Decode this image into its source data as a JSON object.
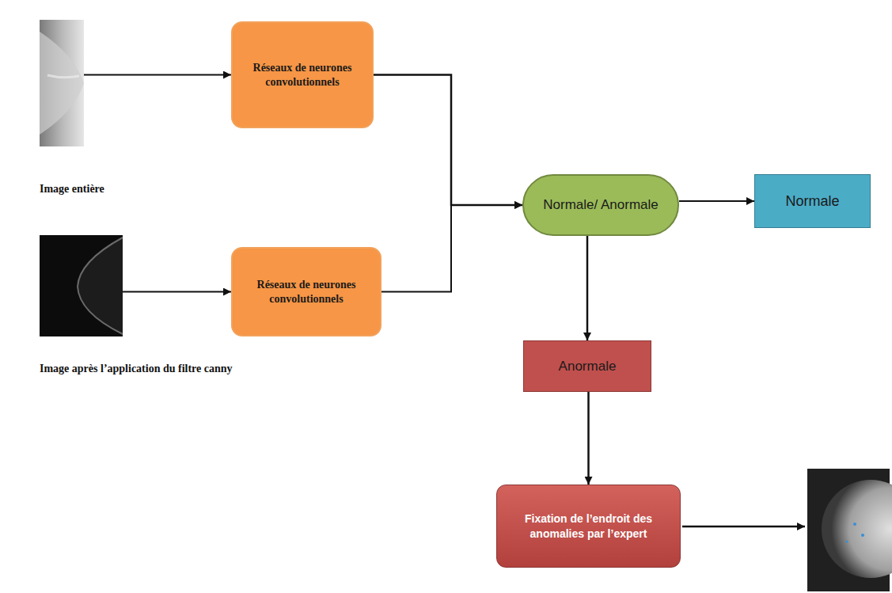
{
  "diagram": {
    "nodes": [
      {
        "text": [
          "Image entière"
        ]
      },
      {
        "text": [
          "Réseaux de neurones convolutionnels"
        ]
      },
      {
        "text": [
          "Normale/ Anormale"
        ]
      },
      {
        "text": [
          "Normale"
        ]
      },
      {
        "text": [
          "Image après l’application du filtre canny"
        ]
      },
      {
        "text": [
          "Réseaux de neurones convolutionnels"
        ]
      },
      {
        "text": [
          "Anormale"
        ]
      },
      {
        "text": [
          "Fixation de l’endroit des anomalies par l’expert"
        ]
      }
    ],
    "edges": [
      {
        "from": 0,
        "to": 1,
        "arrow": "to"
      },
      {
        "from": 4,
        "to": 5,
        "arrow": "to"
      },
      {
        "from": 1,
        "to": 2,
        "arrow": "to"
      },
      {
        "from": 5,
        "to": 2,
        "arrow": "to"
      },
      {
        "from": 2,
        "to": 3,
        "arrow": "to"
      },
      {
        "from": 2,
        "to": 6,
        "arrow": "to"
      },
      {
        "from": 6,
        "to": 7,
        "arrow": "to"
      }
    ]
  }
}
